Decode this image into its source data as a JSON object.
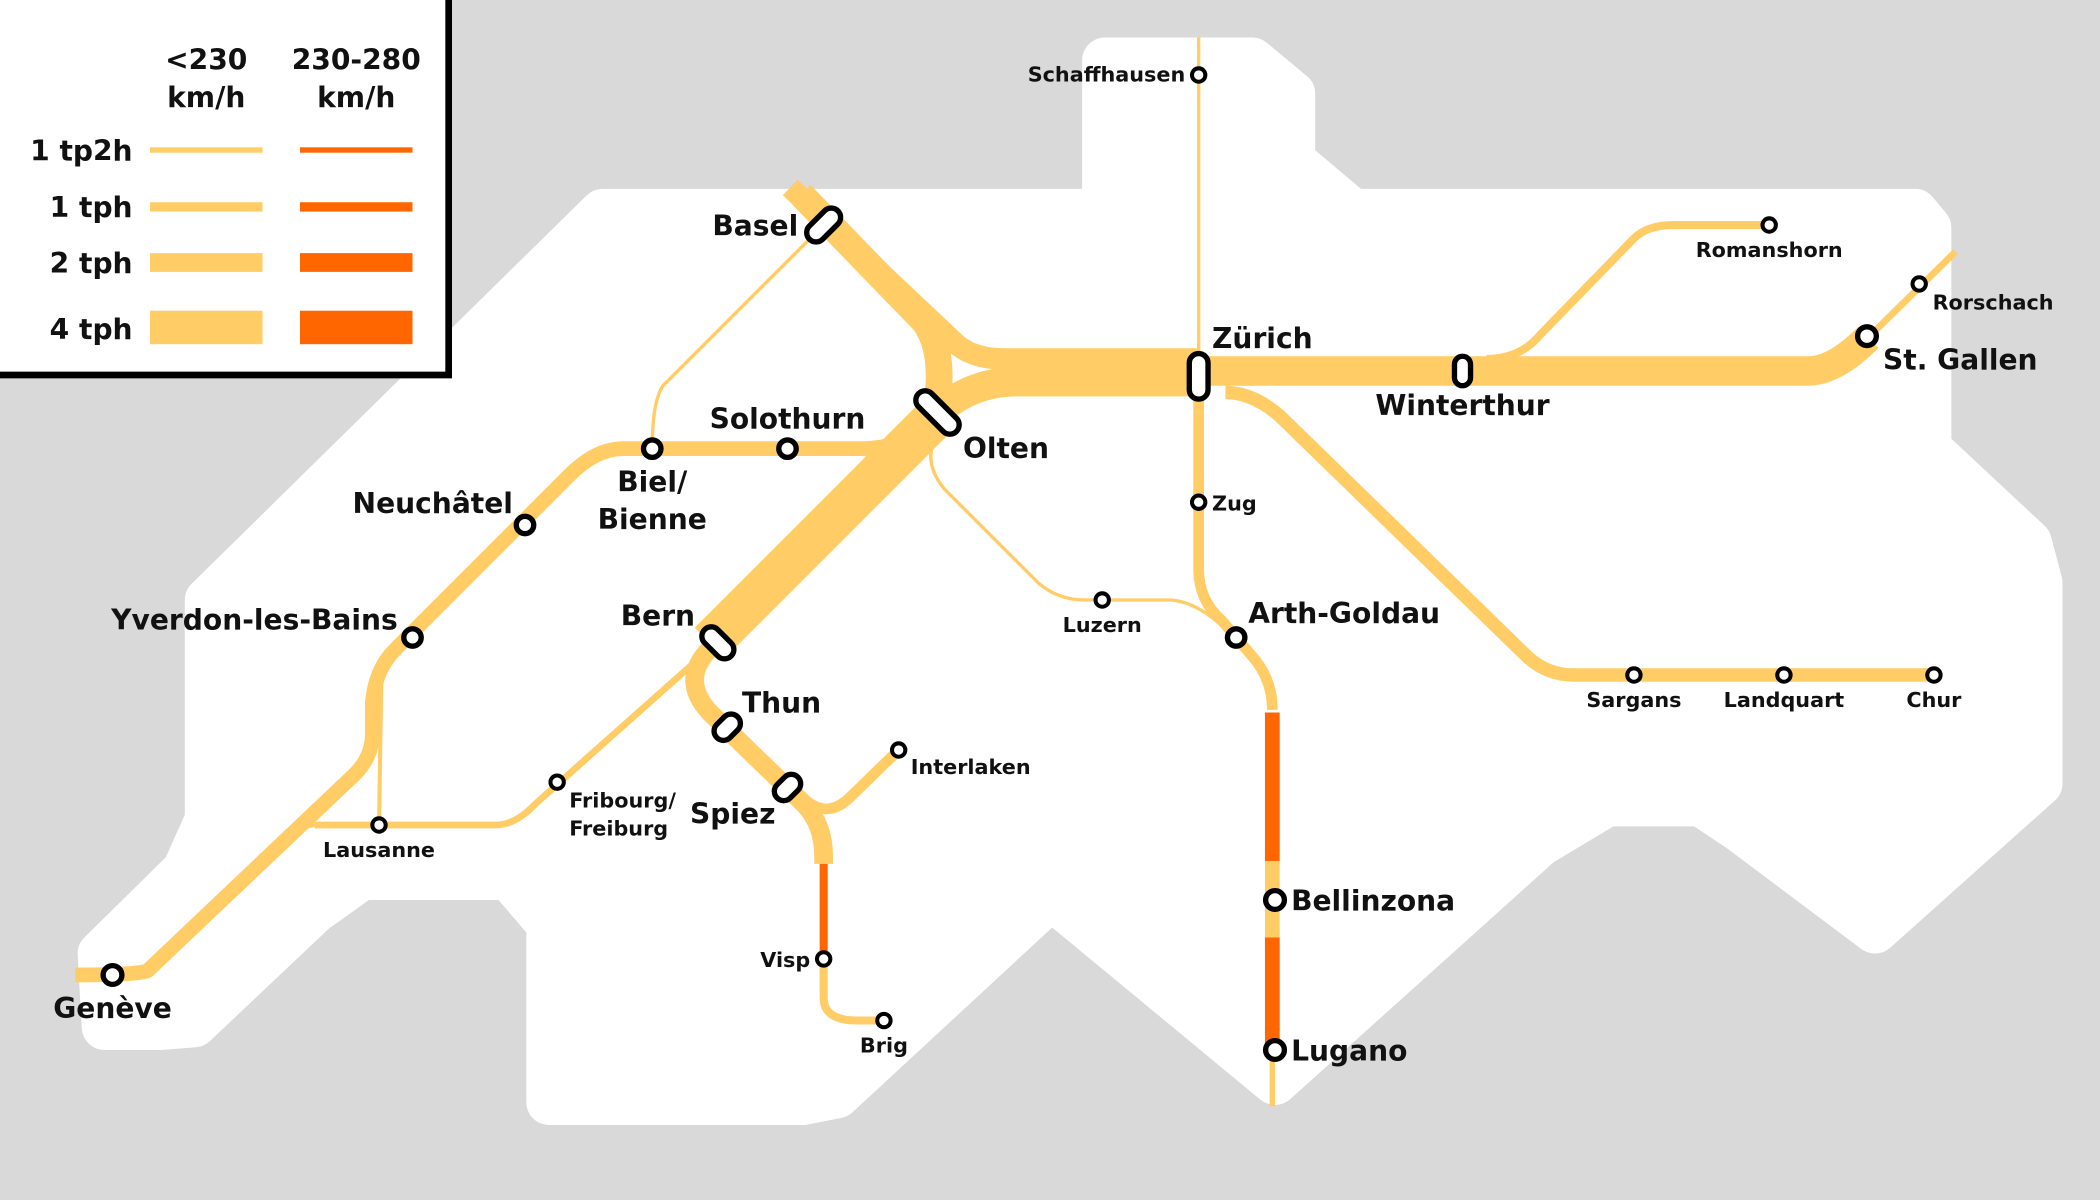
{
  "colors": {
    "background": "#d9d9d9",
    "land": "#ffffff",
    "slow": "#ffcc66",
    "fast": "#ff6600",
    "station": "#000000"
  },
  "legend": {
    "col_slow": [
      "<230",
      "km/h"
    ],
    "col_fast": [
      "230-280",
      "km/h"
    ],
    "rows": [
      "1 tp2h",
      "1 tph",
      "2 tph",
      "4 tph"
    ]
  },
  "stations": {
    "schaffhausen": "Schaffhausen",
    "basel": "Basel",
    "zurich": "Zürich",
    "romanshorn": "Romanshorn",
    "rorschach": "Rorschach",
    "st_gallen": "St. Gallen",
    "winterthur": "Winterthur",
    "solothurn": "Solothurn",
    "olten": "Olten",
    "biel": [
      "Biel/",
      "Bienne"
    ],
    "neuchatel": "Neuchâtel",
    "zug": "Zug",
    "arth_goldau": "Arth-Goldau",
    "luzern": "Luzern",
    "bern": "Bern",
    "yverdon": "Yverdon-les-Bains",
    "thun": "Thun",
    "interlaken": "Interlaken",
    "spiez": "Spiez",
    "fribourg": [
      "Fribourg/",
      "Freiburg"
    ],
    "lausanne": "Lausanne",
    "sargans": "Sargans",
    "landquart": "Landquart",
    "chur": "Chur",
    "visp": "Visp",
    "brig": "Brig",
    "geneve": "Genève",
    "bellinzona": "Bellinzona",
    "lugano": "Lugano"
  }
}
